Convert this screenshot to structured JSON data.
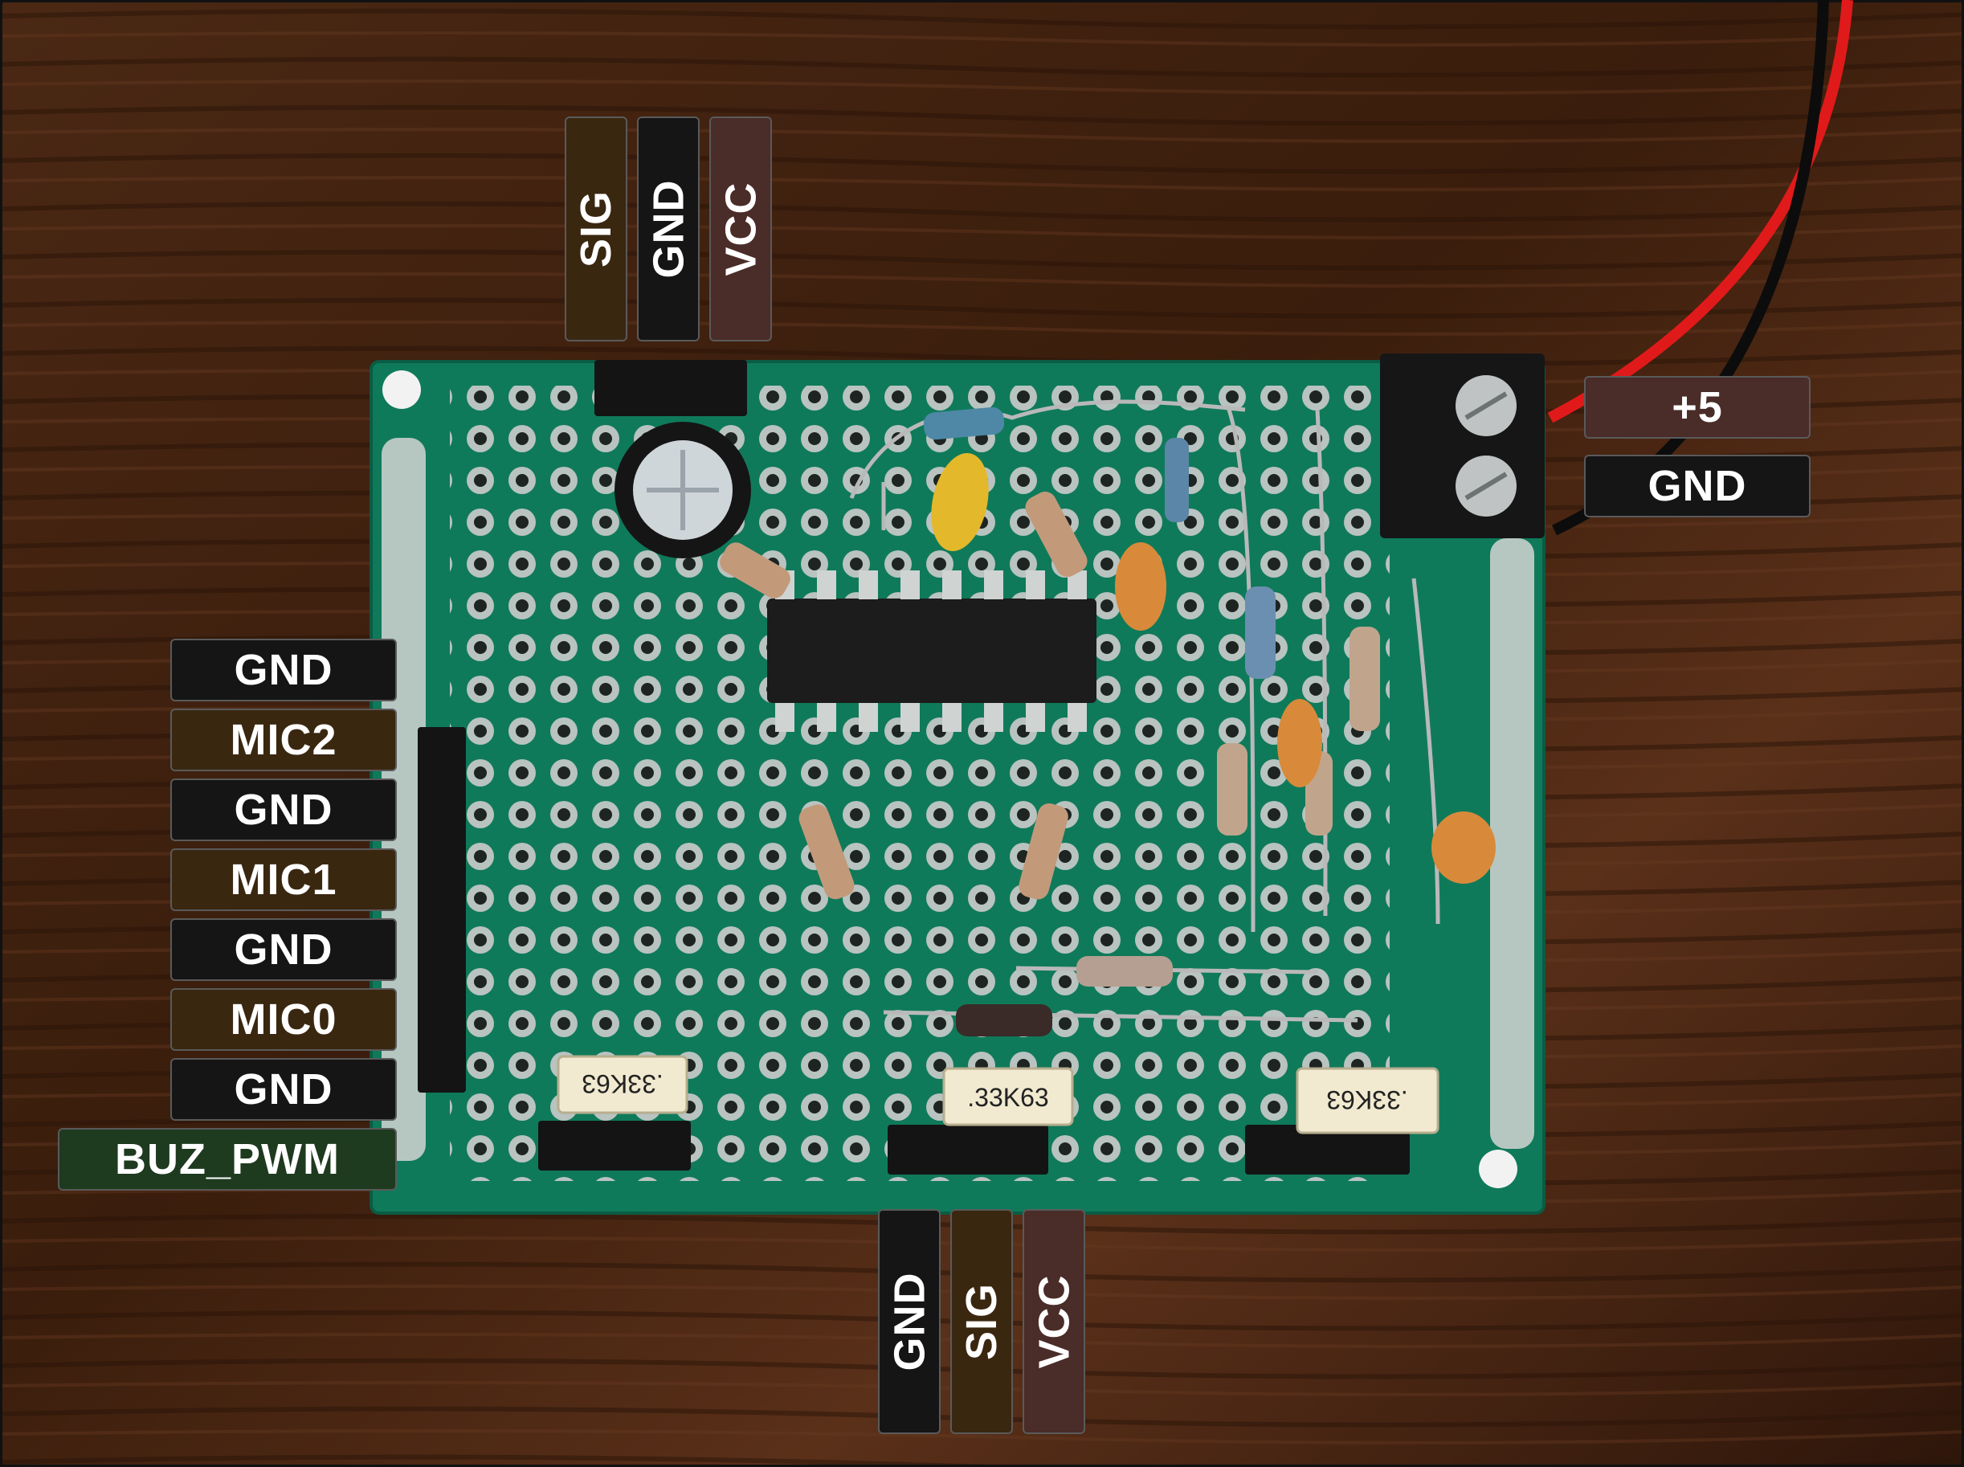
{
  "colors": {
    "gnd": "#151515",
    "sig": "#3a2710",
    "mic": "#3a2710",
    "vcc": "#4a2c28",
    "plus5": "#4a2c28",
    "buz": "#1e3a1f",
    "pcb": "#0f7a5a",
    "wood": "#3b1f0f"
  },
  "labels": {
    "top_header": [
      "SIG",
      "GND",
      "VCC"
    ],
    "bottom_header": [
      "GND",
      "SIG",
      "VCC"
    ],
    "power_terminal": [
      "+5",
      "GND"
    ],
    "left_header": [
      "GND",
      "MIC2",
      "GND",
      "MIC1",
      "GND",
      "MIC0",
      "GND",
      "BUZ_PWM"
    ],
    "trimmers": [
      ".33K63",
      ".33K63",
      ".33K63"
    ]
  }
}
